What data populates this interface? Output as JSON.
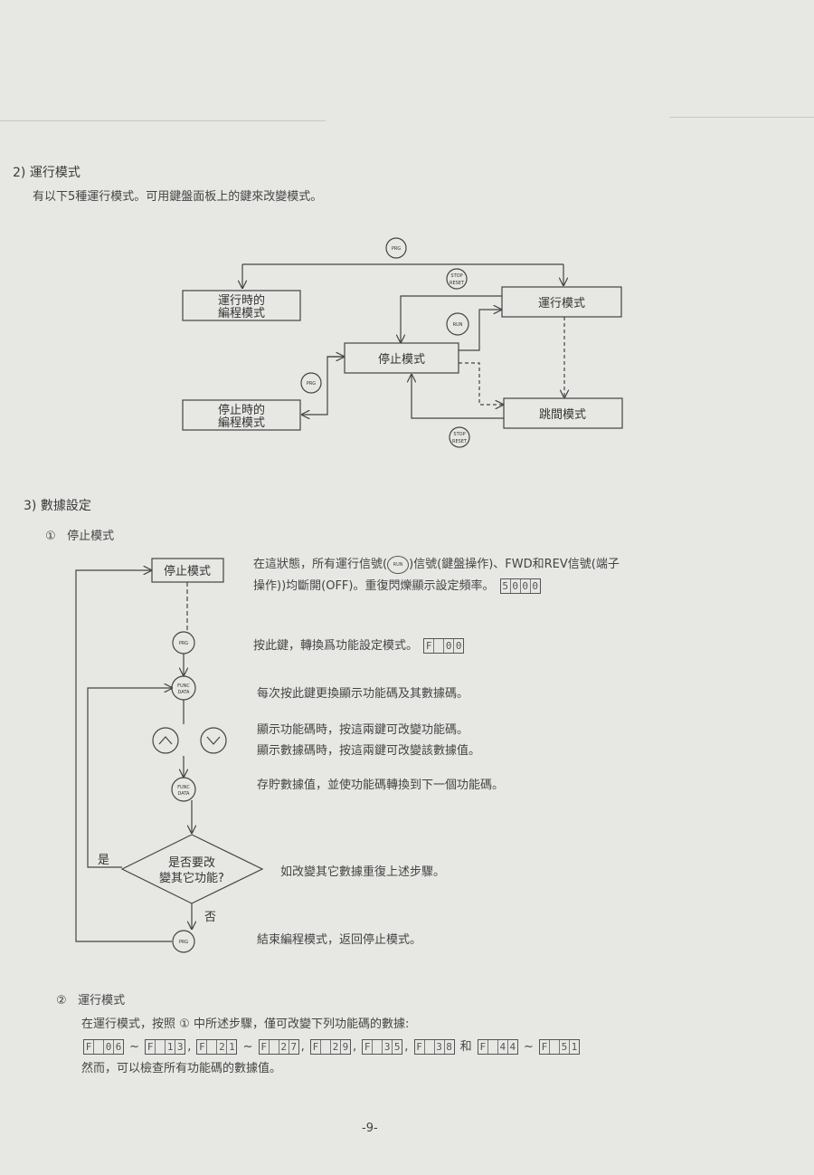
{
  "section2": {
    "heading": "2) 運行模式",
    "intro": "有以下5種運行模式。可用鍵盤面板上的鍵來改變模式。",
    "diagram": {
      "boxes": {
        "run_prog_l1": "運行時的",
        "run_prog_l2": "編程模式",
        "run_mode": "運行模式",
        "stop_mode": "停止模式",
        "stop_prog_l1": "停止時的",
        "stop_prog_l2": "編程模式",
        "jog_mode": "跳間模式"
      },
      "keys": {
        "prg": "PRG",
        "stop": "STOP",
        "reset": "RESET",
        "run": "RUN"
      }
    }
  },
  "section3": {
    "heading": "3) 數據設定",
    "sub1": {
      "marker": "①",
      "title": "停止模式"
    },
    "flow": {
      "stop_box": "停止模式",
      "prg": "PRG",
      "func": "FUNC",
      "data": "DATA",
      "run": "RUN",
      "diamond_l1": "是否要改",
      "diamond_l2": "變其它功能?",
      "yes": "是",
      "no": "否"
    },
    "desc": {
      "line1a": "在這狀態，所有運行信號(",
      "line1b": ")信號(鍵盤操作)、FWD和REV信號(端子",
      "line2": "操作))均斷開(OFF)。重復閃爍顯示設定頻率。",
      "display1": [
        "5",
        "0",
        "0",
        "0"
      ],
      "line3": "按此鍵，轉換爲功能設定模式。",
      "display2": [
        "F",
        " ",
        "0",
        "0"
      ],
      "line4": "每次按此鍵更換顯示功能碼及其數據碼。",
      "line5": "顯示功能碼時，按這兩鍵可改變功能碼。",
      "line6": "顯示數據碼時，按這兩鍵可改變該數據值。",
      "line7": "存貯數據值，並使功能碼轉換到下一個功能碼。",
      "line8": "如改變其它數據重復上述步驟。",
      "line9": "結束編程模式，返回停止模式。"
    },
    "sub2": {
      "marker": "②",
      "title": "運行模式",
      "line1a": "在運行模式，按照",
      "line1_marker": "①",
      "line1b": "中所述步驟，僅可改變下列功能碼的數據:",
      "codes": [
        [
          "F",
          " ",
          "0",
          "6"
        ],
        [
          "F",
          " ",
          "1",
          "3"
        ],
        [
          "F",
          " ",
          "2",
          "1"
        ],
        [
          "F",
          " ",
          "2",
          "7"
        ],
        [
          "F",
          " ",
          "2",
          "9"
        ],
        [
          "F",
          " ",
          "3",
          "5"
        ],
        [
          "F",
          " ",
          "3",
          "8"
        ],
        [
          "F",
          " ",
          "4",
          "4"
        ],
        [
          "F",
          " ",
          "5",
          "1"
        ]
      ],
      "sep": {
        "tilde": "~",
        "comma": ",",
        "and": "和"
      },
      "line3": "然而，可以檢查所有功能碼的數據值。"
    }
  },
  "page_number": "-9-"
}
